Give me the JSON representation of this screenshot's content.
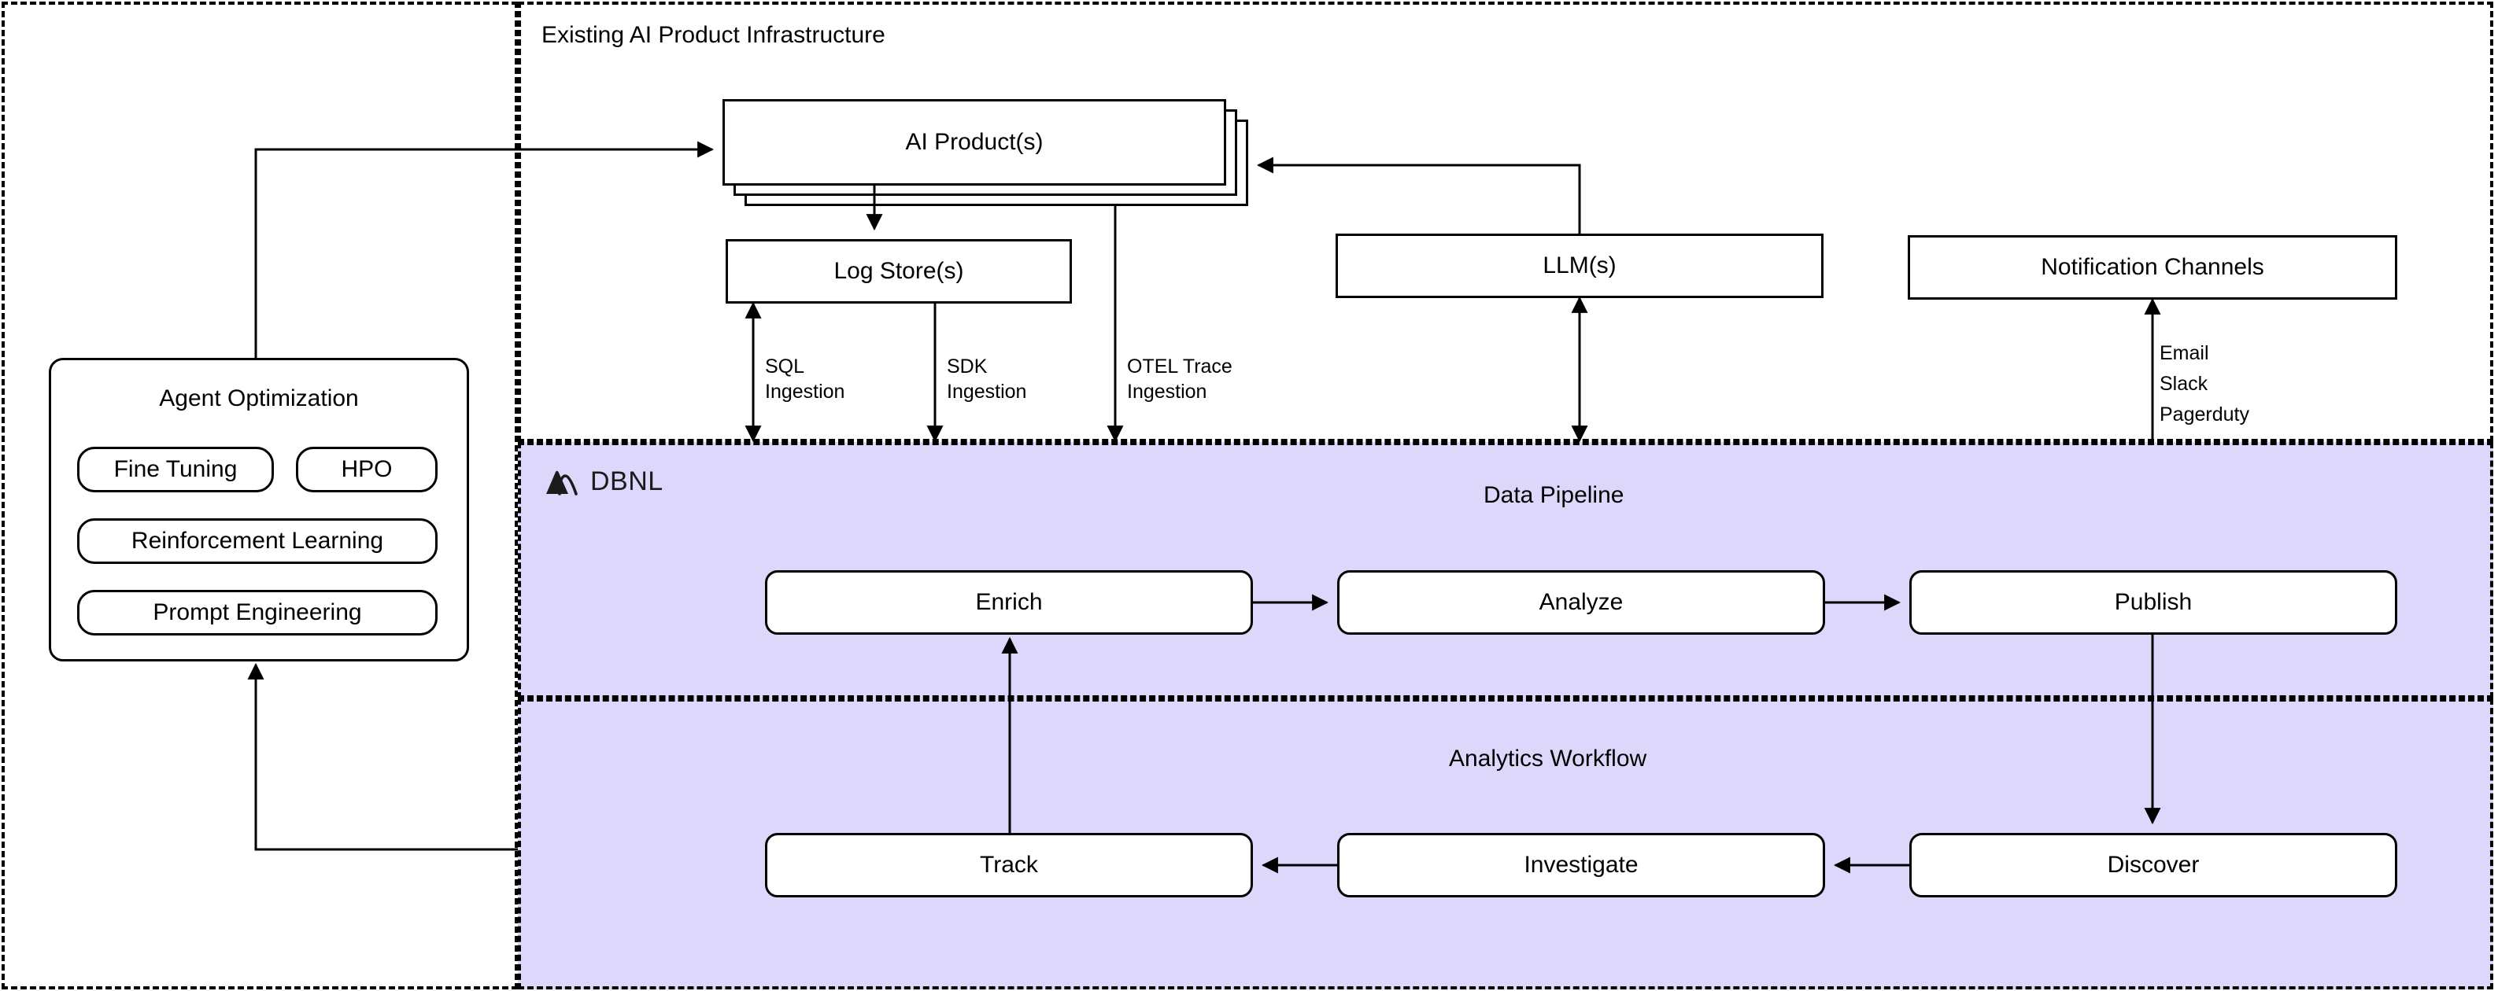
{
  "diagram": {
    "title_hidden": "",
    "colors": {
      "pipeline_fill": "#ddd8fb",
      "node_fill": "#ffffff",
      "stroke": "#000000"
    }
  },
  "regions": {
    "existing_infra": {
      "title": "Existing AI Product Infrastructure"
    },
    "left_panel": {
      "title": ""
    },
    "data_pipeline": {
      "title": "Data Pipeline"
    },
    "analytics_workflow": {
      "title": "Analytics Workflow"
    }
  },
  "brand": {
    "name": "DBNL",
    "logo_icon": "mountain-logo-icon"
  },
  "nodes": {
    "ai_products": {
      "label": "AI Product(s)"
    },
    "log_stores": {
      "label": "Log Store(s)"
    },
    "llms": {
      "label": "LLM(s)"
    },
    "notification_channels": {
      "label": "Notification Channels"
    },
    "enrich": {
      "label": "Enrich"
    },
    "analyze": {
      "label": "Analyze"
    },
    "publish": {
      "label": "Publish"
    },
    "track": {
      "label": "Track"
    },
    "investigate": {
      "label": "Investigate"
    },
    "discover": {
      "label": "Discover"
    }
  },
  "agent_optimization": {
    "title": "Agent Optimization",
    "items": [
      {
        "label": "Fine Tuning"
      },
      {
        "label": "HPO"
      },
      {
        "label": "Reinforcement Learning"
      },
      {
        "label": "Prompt Engineering"
      }
    ]
  },
  "edge_labels": {
    "sql_ingestion_line1": "SQL",
    "sql_ingestion_line2": "Ingestion",
    "sdk_ingestion_line1": "SDK",
    "sdk_ingestion_line2": "Ingestion",
    "otel_ingestion_line1": "OTEL Trace",
    "otel_ingestion_line2": "Ingestion",
    "notify_line1": "Email",
    "notify_line2": "Slack",
    "notify_line3": "Pagerduty"
  }
}
